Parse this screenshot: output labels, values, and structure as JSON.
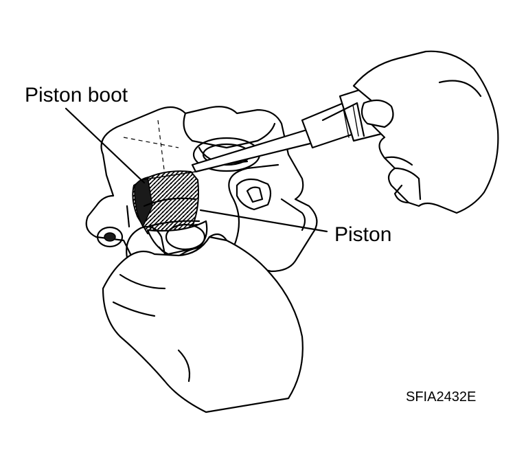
{
  "labels": {
    "piston_boot": "Piston boot",
    "piston": "Piston",
    "figure_code": "SFIA2432E"
  },
  "colors": {
    "ink": "#000000",
    "paper": "#ffffff"
  }
}
